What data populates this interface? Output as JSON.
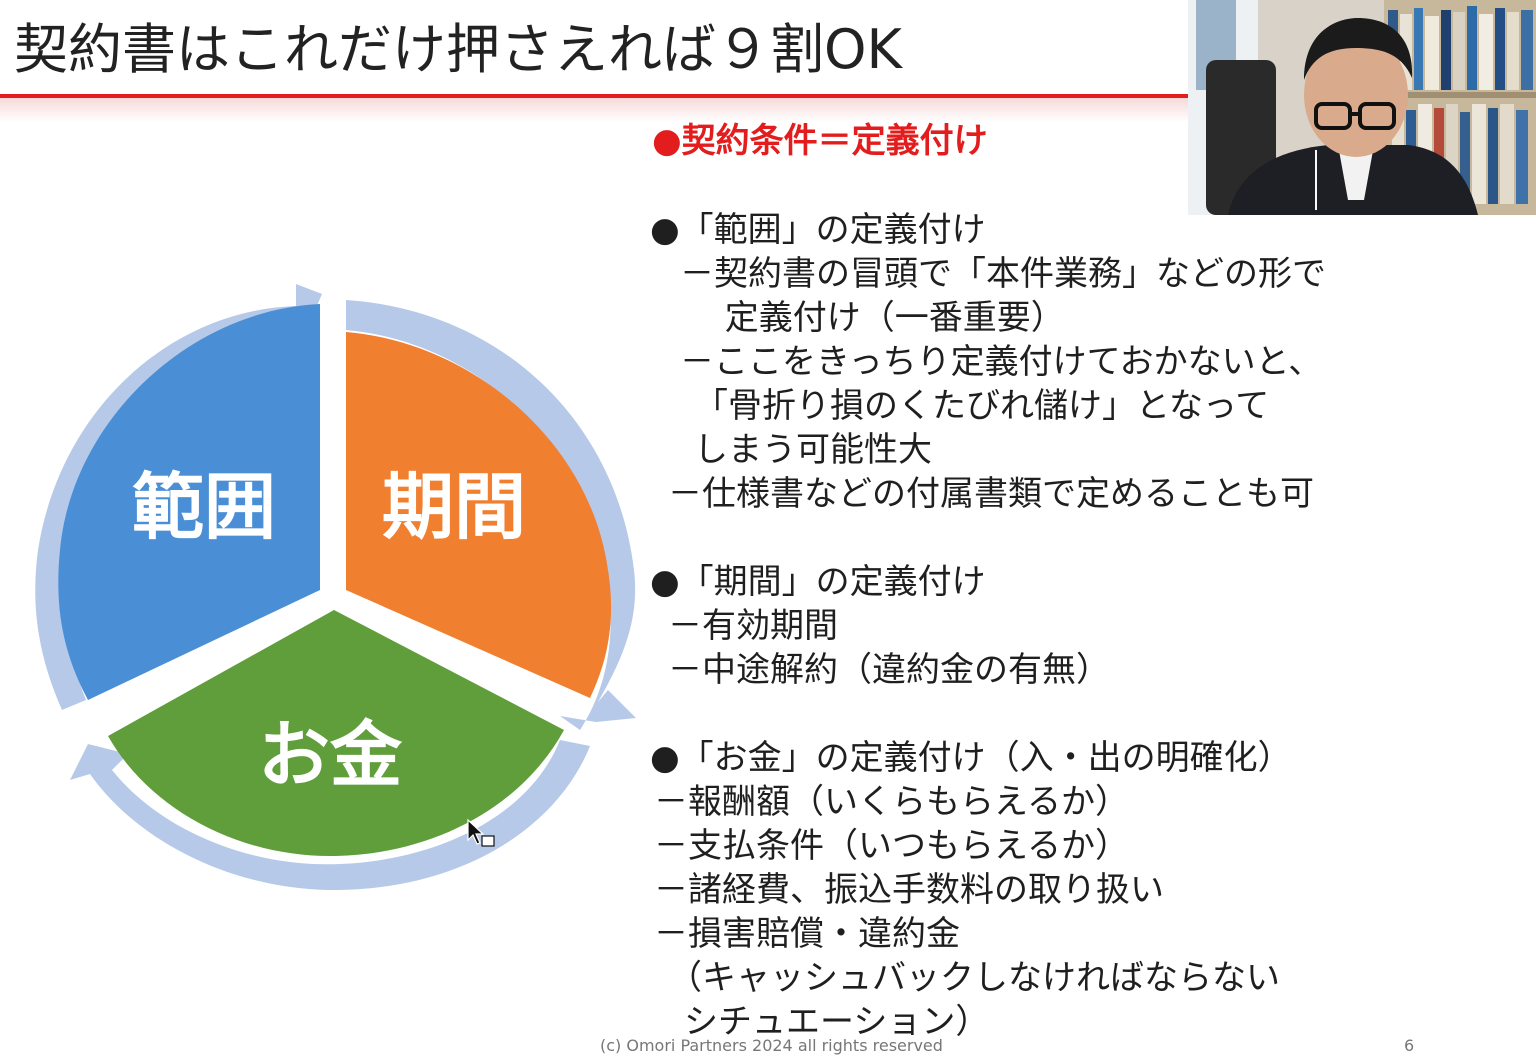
{
  "slide": {
    "title": "契約書はこれだけ押さえれば９割OK",
    "headline": "●契約条件＝定義付け",
    "cycle": {
      "segments": [
        {
          "label": "範囲",
          "color": "#4a8fd6"
        },
        {
          "label": "期間",
          "color": "#f08030"
        },
        {
          "label": "お金",
          "color": "#5f9e3b"
        }
      ],
      "arrow_color": "#b6c9e8"
    },
    "sections": [
      {
        "heading": "●「範囲」の定義付け",
        "lines": [
          "－契約書の冒頭で「本件業務」などの形で",
          "　 定義付け（一番重要）",
          "－ここをきっちり定義付けておかないと、",
          "「骨折り損のくたびれ儲け」となって",
          "しまう可能性大",
          "－仕様書などの付属書類で定めることも可"
        ]
      },
      {
        "heading": "●「期間」の定義付け",
        "lines": [
          "－有効期間",
          "－中途解約（違約金の有無）"
        ]
      },
      {
        "heading": "●「お金」の定義付け（入・出の明確化）",
        "lines": [
          "－報酬額（いくらもらえるか）",
          "－支払条件（いつもらえるか）",
          "－諸経費、振込手数料の取り扱い",
          "－損害賠償・違約金",
          "（キャッシュバックしなければならない",
          " シチュエーション）"
        ]
      }
    ],
    "footer": "(c) Omori Partners 2024 all rights reserved",
    "page_number": "6"
  },
  "colors": {
    "accent_red": "#e31d1d",
    "text": "#1f1f1f"
  },
  "icons": [
    "mouse-cursor-icon"
  ]
}
